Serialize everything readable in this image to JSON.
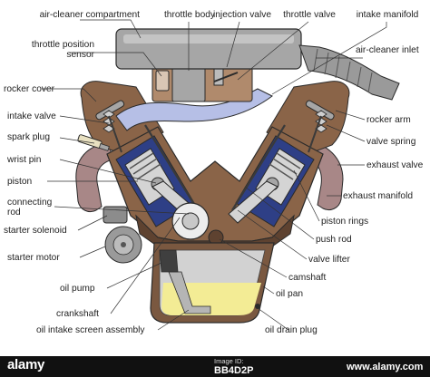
{
  "colors": {
    "casting": "#8a6448",
    "casting_dark": "#5e4230",
    "casting_light": "#b08a6c",
    "bore": "#2e3f86",
    "piston": "#d4d4d4",
    "steel": "#a6a6a6",
    "pipe": "#a88787",
    "intake": "#b6bfe6",
    "oil": "#f3ec95",
    "outline": "#2a2a2a",
    "label_text": "#222222"
  },
  "labels": {
    "air_cleaner_compartment": "air-cleaner compartment",
    "throttle_body": "throttle body",
    "injection_valve": "injection valve",
    "throttle_valve": "throttle valve",
    "intake_manifold": "intake manifold",
    "throttle_position_sensor": "throttle position\nsensor",
    "air_cleaner_inlet": "air-cleaner inlet",
    "rocker_cover": "rocker cover",
    "intake_valve": "intake valve",
    "rocker_arm": "rocker arm",
    "spark_plug": "spark plug",
    "valve_spring": "valve spring",
    "wrist_pin": "wrist pin",
    "exhaust_valve": "exhaust valve",
    "piston": "piston",
    "exhaust_manifold": "exhaust manifold",
    "connecting_rod": "connecting\nrod",
    "piston_rings": "piston rings",
    "starter_solenoid": "starter solenoid",
    "push_rod": "push rod",
    "valve_lifter": "valve lifter",
    "starter_motor": "starter motor",
    "camshaft": "camshaft",
    "oil_pump": "oil pump",
    "oil_pan": "oil pan",
    "crankshaft": "crankshaft",
    "oil_intake_screen_assembly": "oil intake screen assembly",
    "oil_drain_plug": "oil drain plug"
  },
  "watermark": {
    "logo": "alamy",
    "tagline": "",
    "image_id_label": "Image ID:",
    "image_id": "BB4D2P",
    "url": "www.alamy.com"
  }
}
